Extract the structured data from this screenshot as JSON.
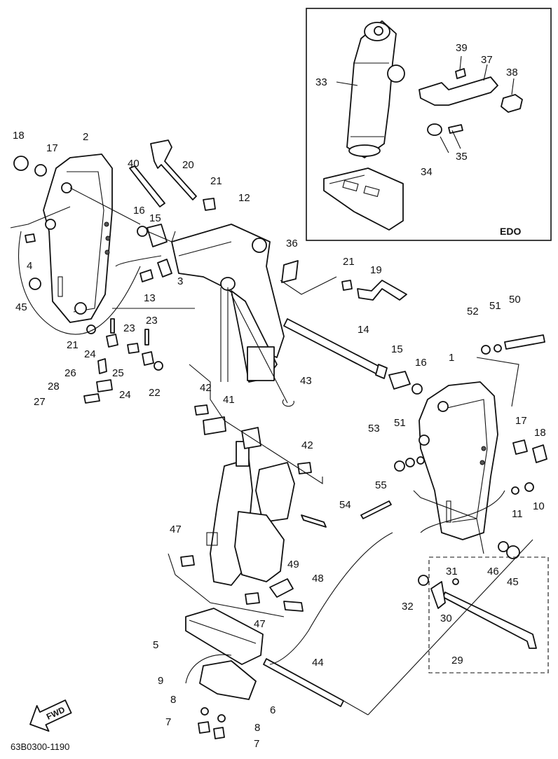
{
  "diagram": {
    "inset_label": "EDO",
    "drawing_code": "63B0300-1190",
    "direction_arrow": "FWD",
    "callouts": [
      "1",
      "2",
      "3",
      "4",
      "5",
      "6",
      "7",
      "8",
      "9",
      "10",
      "11",
      "12",
      "13",
      "14",
      "15",
      "16",
      "17",
      "18",
      "19",
      "20",
      "21",
      "22",
      "23",
      "24",
      "25",
      "26",
      "27",
      "28",
      "29",
      "30",
      "31",
      "32",
      "33",
      "34",
      "35",
      "36",
      "37",
      "38",
      "39",
      "40",
      "41",
      "42",
      "43",
      "44",
      "45",
      "46",
      "47",
      "48",
      "49",
      "50",
      "51",
      "52",
      "53",
      "54",
      "55"
    ]
  }
}
